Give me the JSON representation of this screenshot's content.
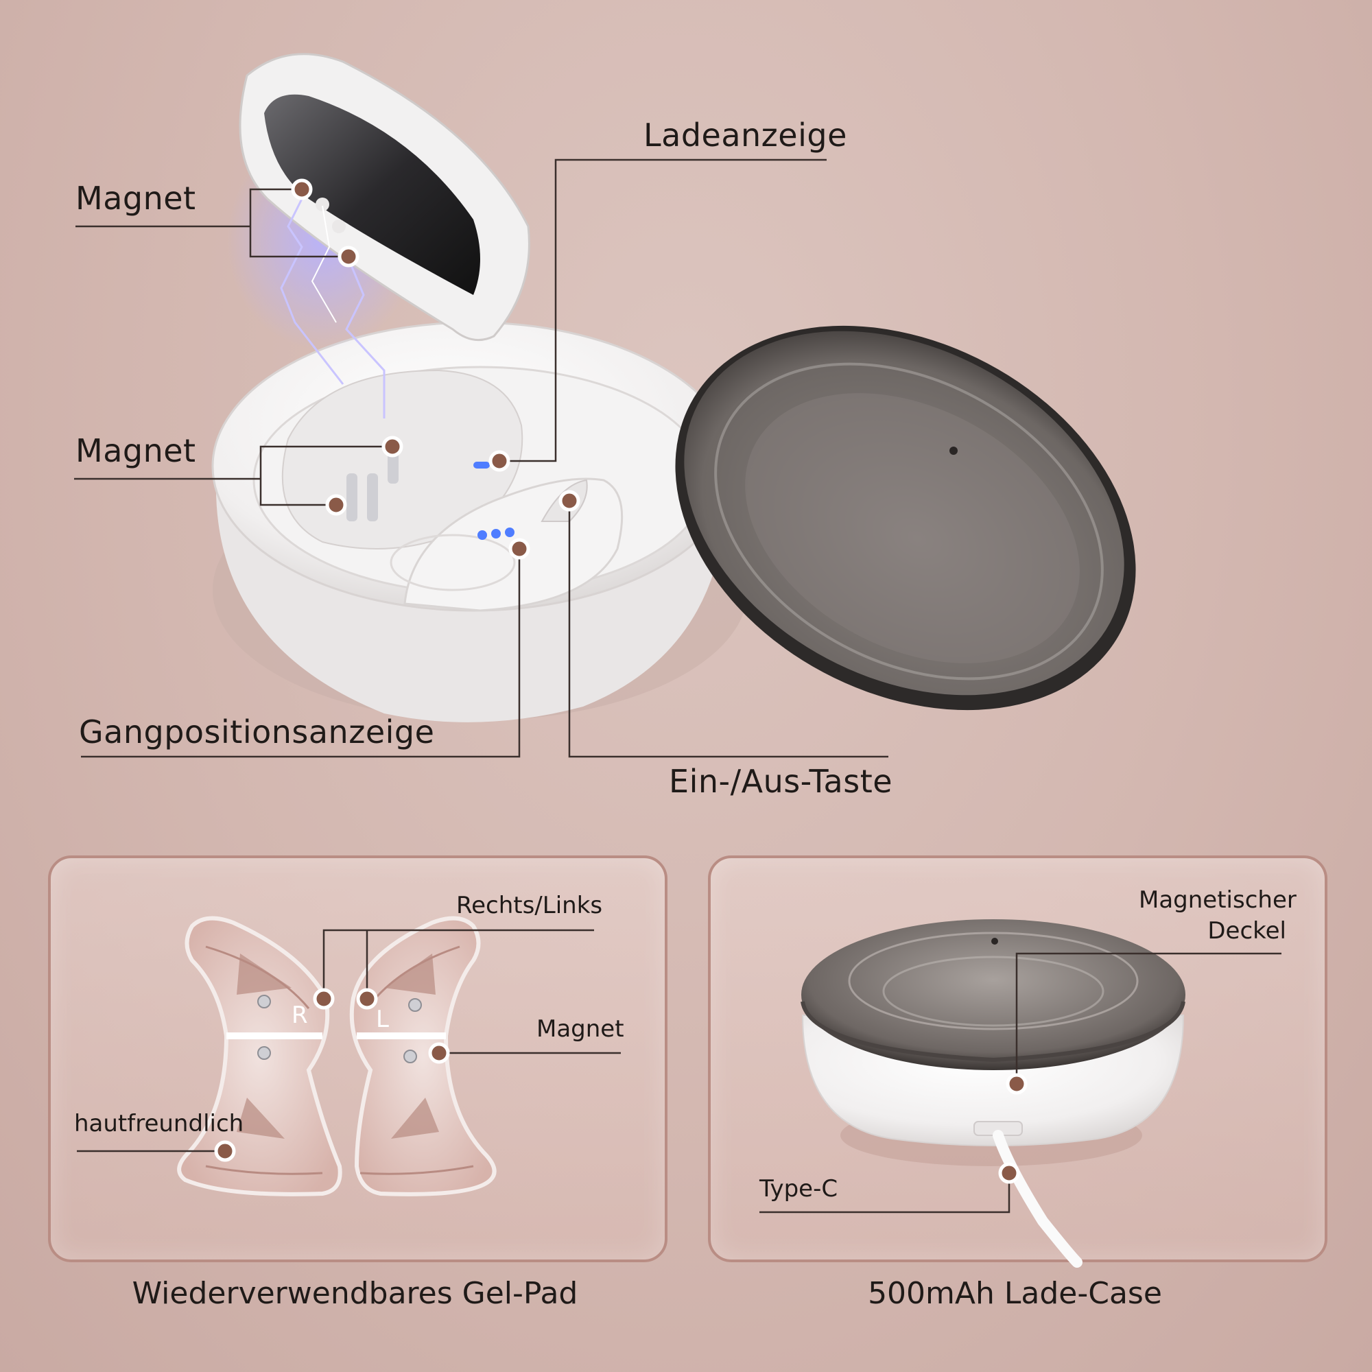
{
  "colors": {
    "background": "#d6bbb4",
    "leader_line": "#3a2f2c",
    "marker_dot": "#8a5a48",
    "panel_border": "#b98d84",
    "indicator_light": "#4f7dff"
  },
  "labels": {
    "magnet_top": "Magnet",
    "magnet_middle": "Magnet",
    "charge_indicator": "Ladeanzeige",
    "gear_indicator": "Gangpositionsanzeige",
    "power_button": "Ein-/Aus-Taste"
  },
  "gel_pad_panel": {
    "right_left": "Rechts/Links",
    "magnet": "Magnet",
    "skin_friendly": "hautfreundlich",
    "pad_letter_right": "R",
    "pad_letter_left": "L",
    "caption": "Wiederverwendbares Gel-Pad"
  },
  "case_panel": {
    "magnetic_lid_line1": "Magnetischer",
    "magnetic_lid_line2": "Deckel",
    "type_c": "Type-C",
    "caption": "500mAh Lade-Case"
  }
}
